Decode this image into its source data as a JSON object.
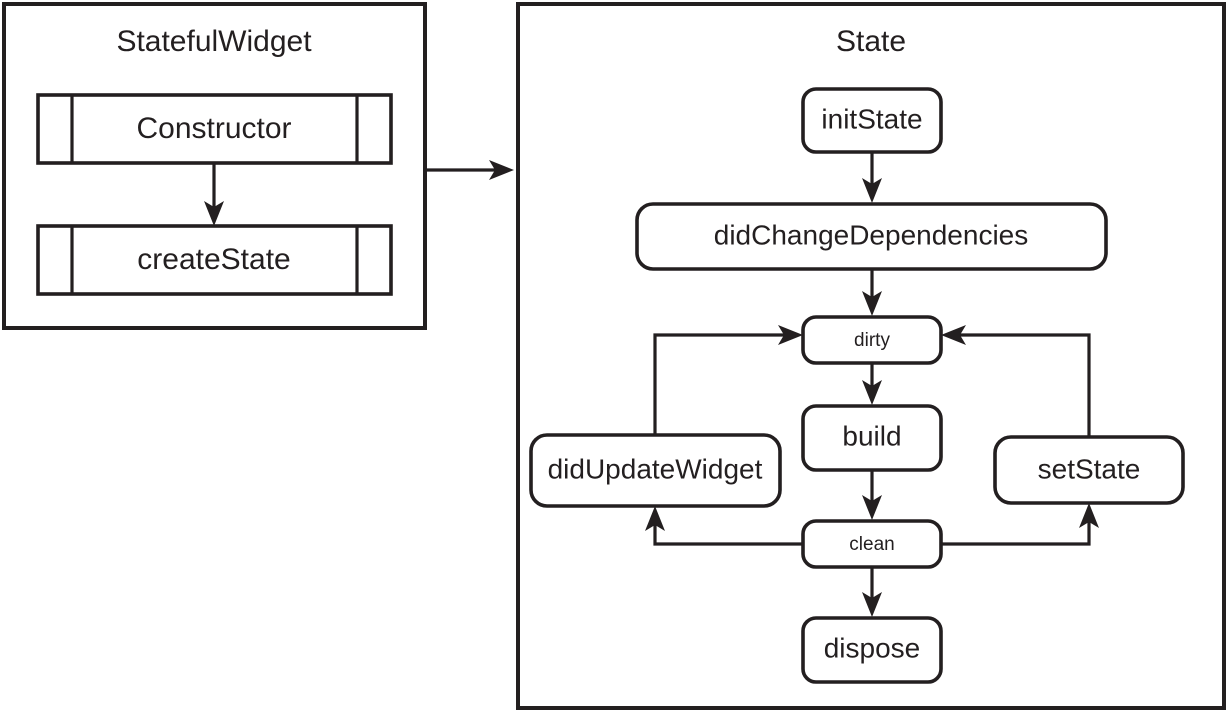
{
  "diagram": {
    "title_stateful": "StatefulWidget",
    "title_state": "State",
    "stateful_widget": {
      "label": "StatefulWidget",
      "nodes": [
        {
          "id": "constructor",
          "label": "Constructor",
          "shape": "subroutine"
        },
        {
          "id": "createState",
          "label": "createState",
          "shape": "subroutine"
        }
      ],
      "edges": [
        {
          "from": "constructor",
          "to": "createState",
          "label": ""
        }
      ]
    },
    "state": {
      "label": "State",
      "nodes": [
        {
          "id": "initState",
          "label": "initState",
          "shape": "rounded"
        },
        {
          "id": "didChangeDependencies",
          "label": "didChangeDependencies",
          "shape": "rounded"
        },
        {
          "id": "dirty",
          "label": "dirty",
          "shape": "rounded"
        },
        {
          "id": "build",
          "label": "build",
          "shape": "rounded"
        },
        {
          "id": "didUpdateWidget",
          "label": "didUpdateWidget",
          "shape": "rounded"
        },
        {
          "id": "setState",
          "label": "setState",
          "shape": "rounded"
        },
        {
          "id": "clean",
          "label": "clean",
          "shape": "rounded"
        },
        {
          "id": "dispose",
          "label": "dispose",
          "shape": "rounded"
        }
      ],
      "edges": [
        {
          "from": "initState",
          "to": "didChangeDependencies",
          "label": ""
        },
        {
          "from": "didChangeDependencies",
          "to": "dirty",
          "label": ""
        },
        {
          "from": "dirty",
          "to": "build",
          "label": ""
        },
        {
          "from": "build",
          "to": "clean",
          "label": ""
        },
        {
          "from": "clean",
          "to": "dispose",
          "label": ""
        },
        {
          "from": "clean",
          "to": "didUpdateWidget",
          "label": ""
        },
        {
          "from": "didUpdateWidget",
          "to": "dirty",
          "label": ""
        },
        {
          "from": "clean",
          "to": "setState",
          "label": ""
        },
        {
          "from": "setState",
          "to": "dirty",
          "label": ""
        }
      ]
    },
    "cross_panel_edge": {
      "from": "StatefulWidget",
      "to": "State",
      "label": ""
    },
    "colors": {
      "stroke": "#231f20",
      "fill": "#ffffff",
      "background": "#ffffff"
    }
  }
}
